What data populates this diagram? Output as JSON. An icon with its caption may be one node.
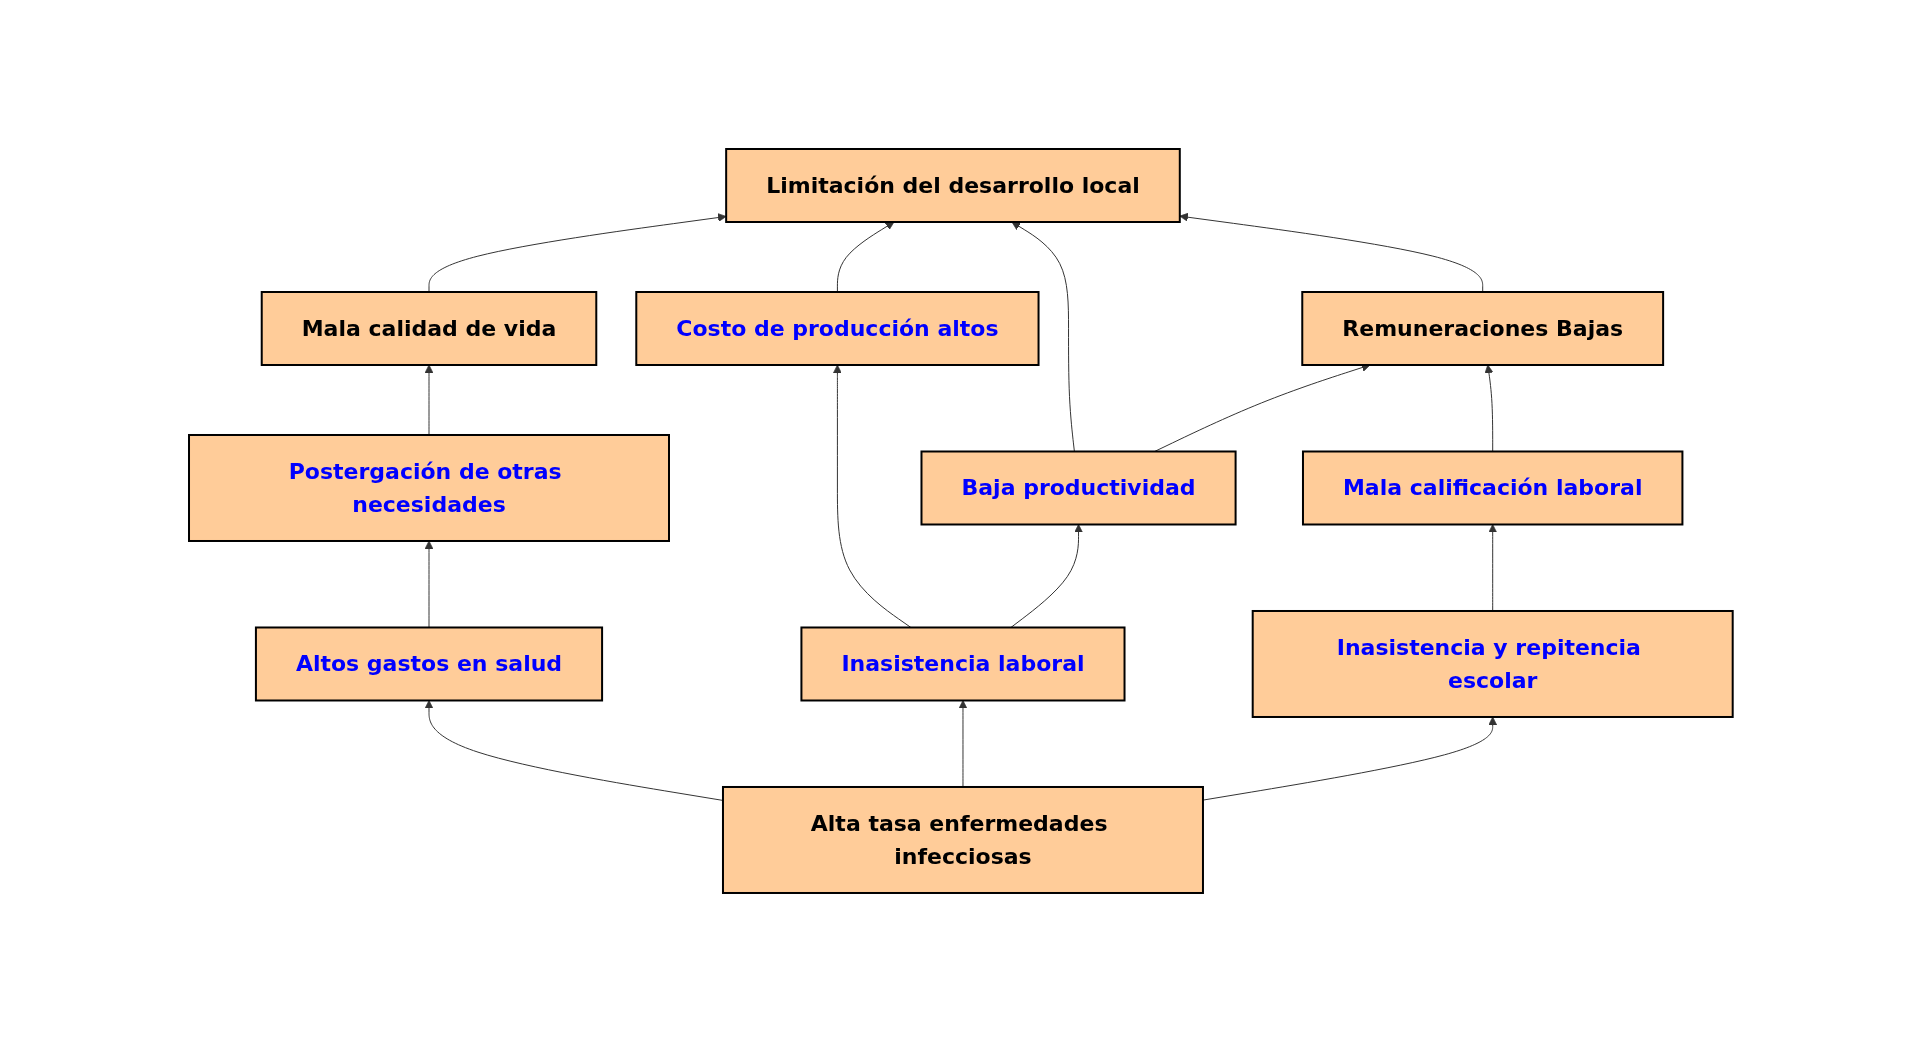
{
  "diagram": {
    "nodes": [
      {
        "text": [
          "Limitación del desarrollo local"
        ]
      },
      {
        "text": [
          "Mala calidad de vida"
        ]
      },
      {
        "text": [
          "Remuneraciones Bajas"
        ]
      },
      {
        "text": [
          "Postergación de otras necesidades"
        ]
      },
      {
        "text": [
          "Costo de producción altos"
        ]
      },
      {
        "text": [
          "Baja productividad"
        ]
      },
      {
        "text": [
          "Mala calificación laboral"
        ]
      },
      {
        "text": [
          "Altos gastos en salud"
        ]
      },
      {
        "text": [
          "Inasistencia laboral"
        ]
      },
      {
        "text": [
          "Inasistencia y repitencia escolar"
        ]
      },
      {
        "text": [
          "Alta tasa enfermedades infecciosas"
        ]
      }
    ],
    "edges": [
      {
        "from": 1,
        "to": 0,
        "arrow": "to"
      },
      {
        "from": 4,
        "to": 0,
        "arrow": "to"
      },
      {
        "from": 5,
        "to": 0,
        "arrow": "to"
      },
      {
        "from": 2,
        "to": 0,
        "arrow": "to"
      },
      {
        "from": 3,
        "to": 1,
        "arrow": "to"
      },
      {
        "from": 5,
        "to": 2,
        "arrow": "to"
      },
      {
        "from": 6,
        "to": 2,
        "arrow": "to"
      },
      {
        "from": 7,
        "to": 3,
        "arrow": "to"
      },
      {
        "from": 8,
        "to": 4,
        "arrow": "to"
      },
      {
        "from": 8,
        "to": 5,
        "arrow": "to"
      },
      {
        "from": 9,
        "to": 6,
        "arrow": "to"
      },
      {
        "from": 10,
        "to": 7,
        "arrow": "to"
      },
      {
        "from": 10,
        "to": 8,
        "arrow": "to"
      },
      {
        "from": 10,
        "to": 9,
        "arrow": "to"
      }
    ]
  }
}
